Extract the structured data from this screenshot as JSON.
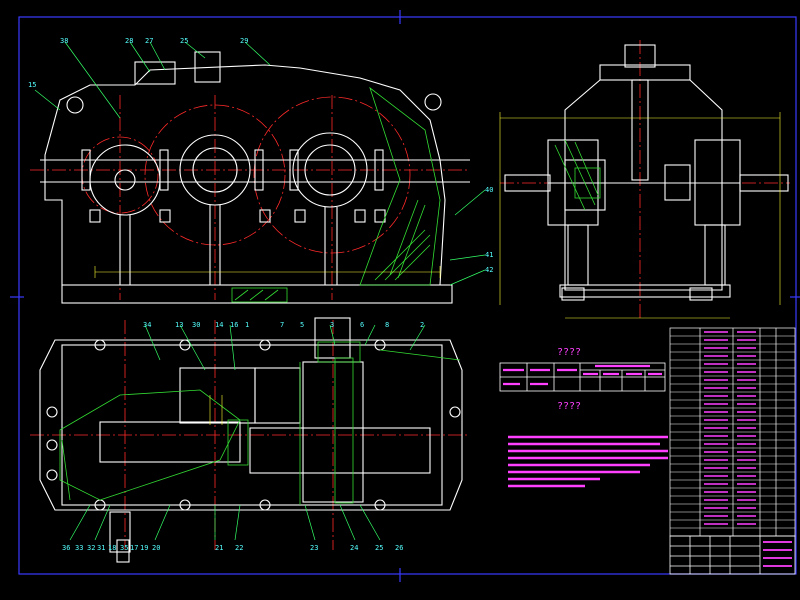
{
  "drawing": {
    "background": "#000000",
    "colors": {
      "border": "#3a3aff",
      "outline": "#ffffff",
      "center": "#ff2a2a",
      "hatch": "#33dd33",
      "dim": "#ffff33",
      "leader": "#33ff66",
      "note": "#ff40ff",
      "cyan": "#33ffff"
    }
  },
  "text": {
    "heading_table": "????",
    "heading_notes": "????"
  },
  "labels": {
    "top_left": [
      "38",
      "28",
      "27",
      "25",
      "29",
      "15"
    ],
    "bottom_top": [
      "34",
      "13",
      "30",
      "14",
      "16",
      "1",
      "7",
      "5",
      "3",
      "6",
      "8",
      "2"
    ],
    "bottom_bot": [
      "36",
      "33",
      "32",
      "31",
      "18",
      "35",
      "17",
      "19",
      "20",
      "21",
      "22",
      "23",
      "24",
      "25",
      "26"
    ],
    "side": [
      "40",
      "41",
      "42"
    ]
  }
}
